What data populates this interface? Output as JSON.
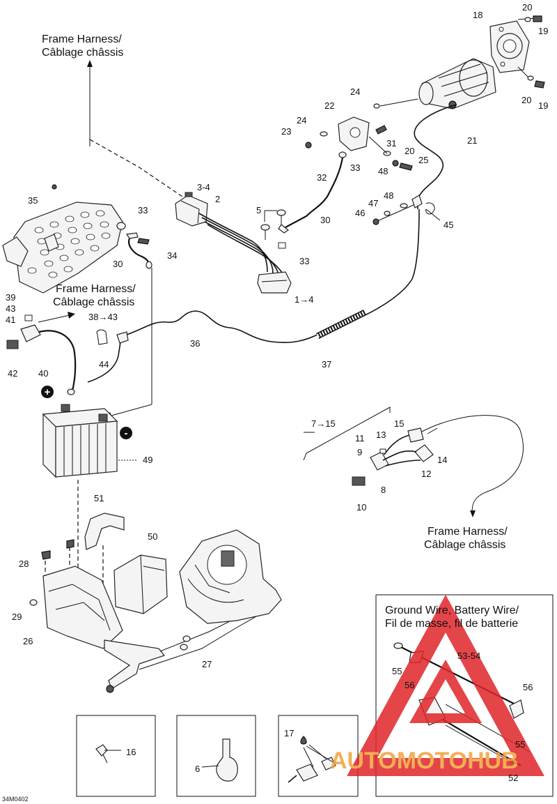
{
  "captions": {
    "frame_harness_top": [
      "Frame Harness/",
      "Câblage châssis"
    ],
    "frame_harness_mid": [
      "Frame Harness/",
      "Câblage châssis"
    ],
    "frame_harness_right": [
      "Frame Harness/",
      "Câblage châssis"
    ],
    "ground_wire": [
      "Ground Wire, Battery Wire/",
      "Fil de masse, fil de batterie"
    ]
  },
  "callouts": {
    "c18": "18",
    "c20a": "20",
    "c19a": "19",
    "c24a": "24",
    "c22": "22",
    "c20b": "20",
    "c19b": "19",
    "c24b": "24",
    "c23": "23",
    "c31": "31",
    "c21": "21",
    "c20c": "20",
    "c25": "25",
    "c48a": "48",
    "c33a": "33",
    "c32": "32",
    "c34a": "3-4",
    "c2": "2",
    "c35": "35",
    "c33b": "33",
    "c5": "5",
    "c48b": "48",
    "c47": "47",
    "c46": "46",
    "c45": "45",
    "c30a": "30",
    "c33c": "33",
    "c34": "34",
    "c30b": "30",
    "c39": "39",
    "c43": "43",
    "c41": "41",
    "c38": "38→43",
    "c1": "1→4",
    "c36": "36",
    "c44": "44",
    "c42": "42",
    "c37": "37",
    "c40": "40",
    "c7": "7→15",
    "c15": "15",
    "c13": "13",
    "c11": "11",
    "c9": "9",
    "c14": "14",
    "c12": "12",
    "c8": "8",
    "c10": "10",
    "c49": "49",
    "c51": "51",
    "c50": "50",
    "c28": "28",
    "c29": "29",
    "c26": "26",
    "c27": "27",
    "c16": "16",
    "c6": "6",
    "c17": "17",
    "c55a": "55",
    "c53": "53-54",
    "c56a": "56",
    "c56b": "56",
    "c55b": "55",
    "c52": "52"
  },
  "polarity": {
    "plus": "+",
    "minus": "-"
  },
  "watermark": "AUTOMOTOHUB",
  "figure_code": "34M0402",
  "colors": {
    "line": "#111111",
    "watermark_red": "#e0252a",
    "watermark_orange": "#f2a23a",
    "watermark_grey": "#777777"
  }
}
